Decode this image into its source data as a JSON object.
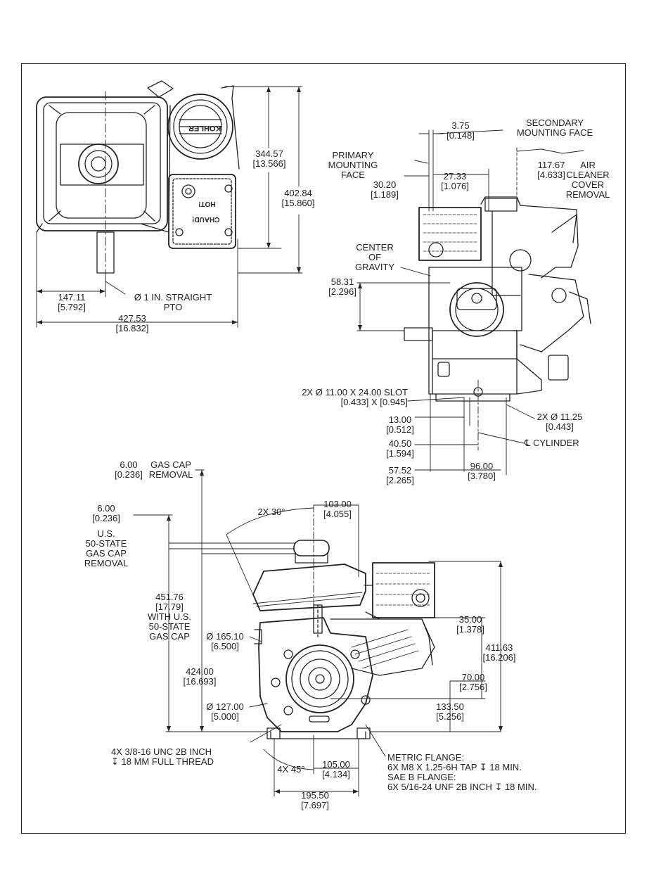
{
  "brand_text": [
    "KOHLER",
    "HOT!",
    "CHAUD!"
  ],
  "top_view": {
    "height_1": "344.57",
    "height_1_in": "[13.566]",
    "height_2": "402.84",
    "height_2_in": "[15.860]",
    "pto_offset": "147.11",
    "pto_offset_in": "[5.792]",
    "pto_label_1": "Ø 1 IN. STRAIGHT",
    "pto_label_2": "PTO",
    "width": "427.53",
    "width_in": "[16.832]"
  },
  "side_view": {
    "d_375": "3.75",
    "d_375_in": "[0.148]",
    "secondary_1": "SECONDARY",
    "secondary_2": "MOUNTING FACE",
    "primary_1": "PRIMARY",
    "primary_2": "MOUNTING",
    "primary_3": "FACE",
    "d_2733": "27.33",
    "d_2733_in": "[1.076]",
    "d_3020": "30.20",
    "d_3020_in": "[1.189]",
    "d_11767": "117.67",
    "d_11767_in": "[4.633]",
    "air_1": "AIR",
    "air_2": "CLEANER",
    "air_3": "COVER",
    "air_4": "REMOVAL",
    "cog_1": "CENTER",
    "cog_2": "OF",
    "cog_3": "GRAVITY",
    "d_5831": "58.31",
    "d_5831_in": "[2.296]",
    "slot_1": "2X Ø 11.00 X 24.00 SLOT",
    "slot_2": "[0.433] X [0.945]",
    "d_1300": "13.00",
    "d_1300_in": "[0.512]",
    "hole_1": "2X Ø 11.25",
    "hole_2": "[0.443]",
    "d_4050": "40.50",
    "d_4050_in": "[1.594]",
    "cyl": "℄ CYLINDER",
    "d_5752": "57.52",
    "d_5752_in": "[2.265]",
    "d_9600": "96.00",
    "d_9600_in": "[3.780]"
  },
  "front_view": {
    "gc_600": "6.00",
    "gc_600_in": "[0.236]",
    "gc_rem_1": "GAS CAP",
    "gc_rem_2": "REMOVAL",
    "us_600": "6.00",
    "us_600_in": "[0.236]",
    "us_1": "U.S.",
    "us_2": "50-STATE",
    "us_3": "GAS CAP",
    "us_4": "REMOVAL",
    "angle_30": "2X 30°",
    "d_10300": "103.00",
    "d_10300_in": "[4.055]",
    "d_45176": "451.76",
    "d_45176_in": "[17.79]",
    "with_1": "WITH U.S.",
    "with_2": "50-STATE",
    "with_3": "GAS CAP",
    "d_16510": "Ø 165.10",
    "d_16510_in": "[6.500]",
    "d_42400": "424.00",
    "d_42400_in": "[16.693]",
    "d_12700": "Ø 127.00",
    "d_12700_in": "[5.000]",
    "d_3500": "35.00",
    "d_3500_in": "[1.378]",
    "d_41163": "411.63",
    "d_41163_in": "[16.206]",
    "d_7000": "70.00",
    "d_7000_in": "[2.756]",
    "d_13350": "133.50",
    "d_13350_in": "[5.256]",
    "unc_1": "4X 3/8-16 UNC 2B INCH",
    "unc_2": "↧ 18 MM FULL THREAD",
    "angle_45": "4X 45°",
    "d_10500": "105.00",
    "d_10500_in": "[4.134]",
    "metric_1": "METRIC FLANGE:",
    "metric_2": "6X M8 X 1.25-6H TAP ↧ 18 MIN.",
    "sae_1": "SAE B FLANGE:",
    "sae_2": "6X 5/16-24 UNF 2B INCH ↧ 18 MIN.",
    "d_19550": "195.50",
    "d_19550_in": "[7.697]"
  }
}
